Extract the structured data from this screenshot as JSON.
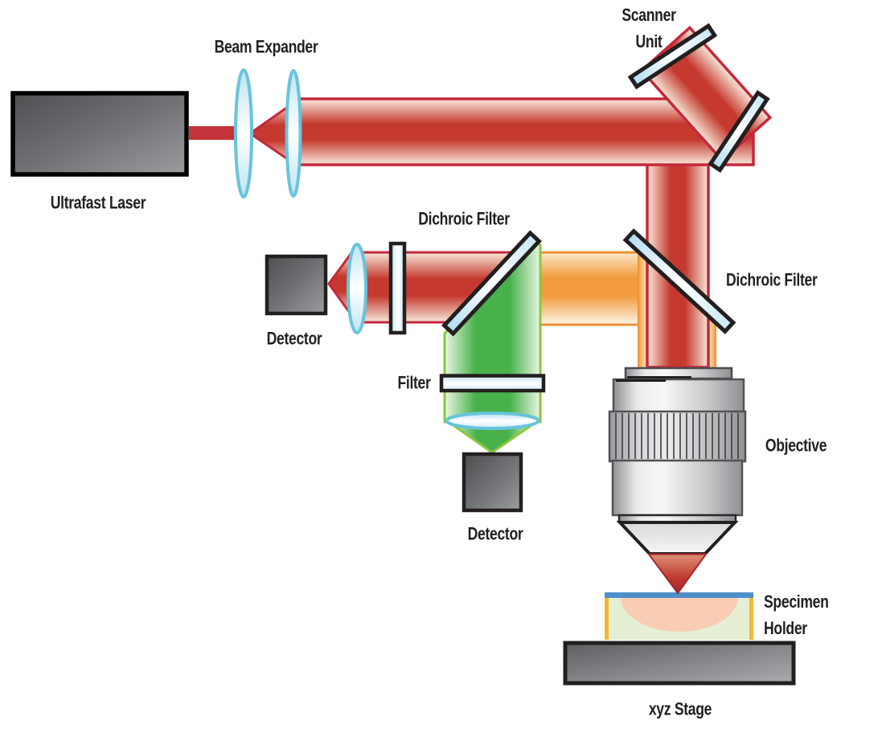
{
  "labels": {
    "ultrafast_laser": "Ultrafast Laser",
    "beam_expander": "Beam Expander",
    "scanner_unit": "Scanner\nUnit",
    "dichroic_filter_left": "Dichroic Filter",
    "dichroic_filter_right": "Dichroic Filter",
    "detector_left": "Detector",
    "detector_bottom": "Detector",
    "filter": "Filter",
    "objective": "Objective",
    "specimen_holder": "Specimen Holder",
    "xyz_stage": "xyz Stage"
  },
  "colors": {
    "excitation_beam_red": "#c5392e",
    "beam_border_red": "#c4283c",
    "emission_beam_orange": "#f19b3e",
    "emission_border_orange": "#ed8f35",
    "emission_beam_green": "#48b14a",
    "emission_border_green": "#8dc63f",
    "optics_glass_blue": "#b9e0f3",
    "lens_border_cyan": "#68c4db",
    "hardware_gray": "#6d6e71",
    "outline_black": "#231f20",
    "slide_blue": "#4f8fc9",
    "specimen_peach": "#f9cdb4",
    "holder_fill_green": "#e4efd3",
    "holder_edge_yellow": "#f2b733"
  }
}
